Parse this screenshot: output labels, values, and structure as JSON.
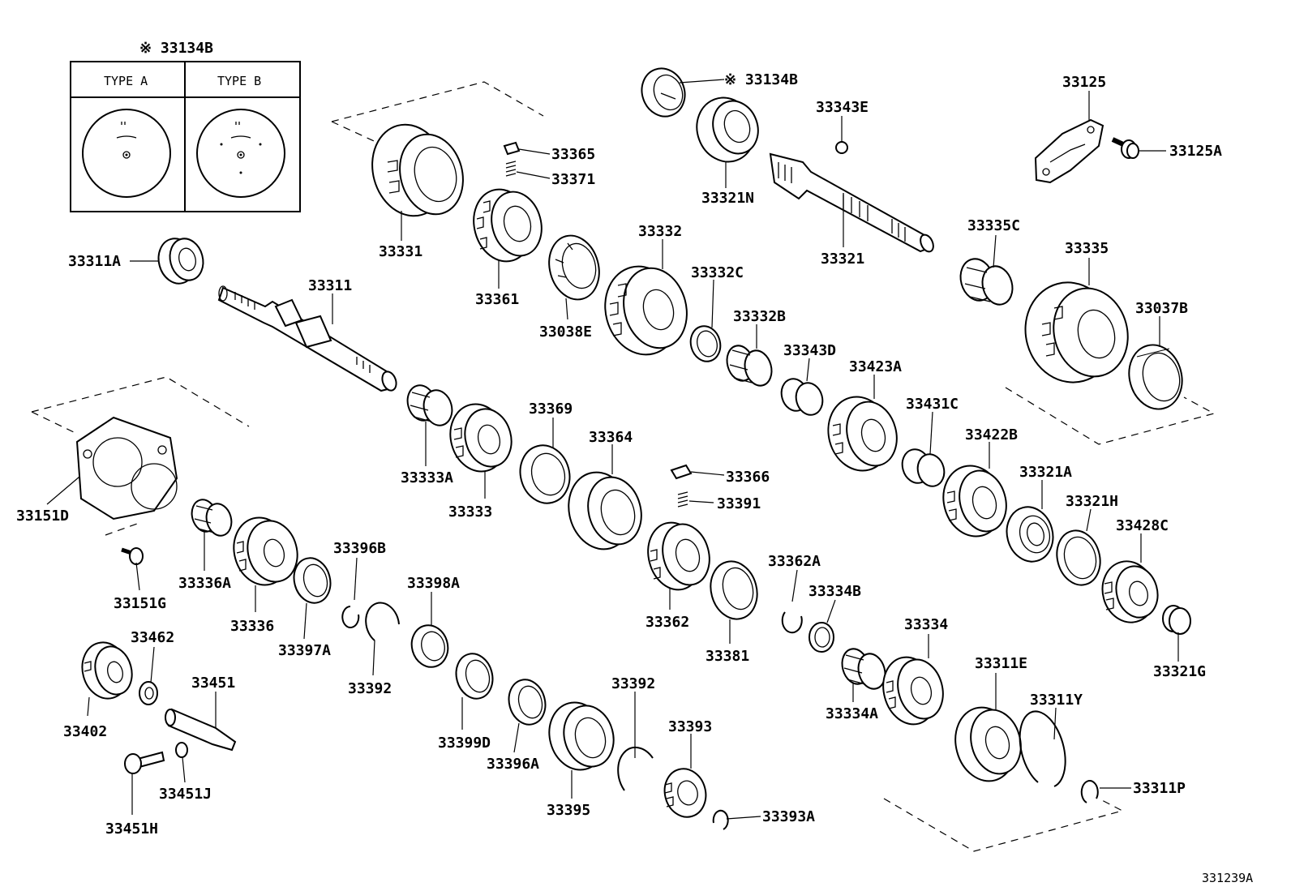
{
  "diagram_code": "331239A",
  "inset": {
    "title": "※ 33134B",
    "type_a": "TYPE A",
    "type_b": "TYPE B"
  },
  "parts": [
    {
      "id": "p33134B_top",
      "label": "※ 33134B"
    },
    {
      "id": "p33343E",
      "label": "33343E"
    },
    {
      "id": "p33125",
      "label": "33125"
    },
    {
      "id": "p33125A",
      "label": "33125A"
    },
    {
      "id": "p33365",
      "label": "33365"
    },
    {
      "id": "p33371",
      "label": "33371"
    },
    {
      "id": "p33321N",
      "label": "33321N"
    },
    {
      "id": "p33331",
      "label": "33331"
    },
    {
      "id": "p33321",
      "label": "33321"
    },
    {
      "id": "p33335C",
      "label": "33335C"
    },
    {
      "id": "p33311A",
      "label": "33311A"
    },
    {
      "id": "p33332",
      "label": "33332"
    },
    {
      "id": "p33335",
      "label": "33335"
    },
    {
      "id": "p33311",
      "label": "33311"
    },
    {
      "id": "p33332C",
      "label": "33332C"
    },
    {
      "id": "p33361",
      "label": "33361"
    },
    {
      "id": "p33037B",
      "label": "33037B"
    },
    {
      "id": "p33332B",
      "label": "33332B"
    },
    {
      "id": "p33038E",
      "label": "33038E"
    },
    {
      "id": "p33343D",
      "label": "33343D"
    },
    {
      "id": "p33423A",
      "label": "33423A"
    },
    {
      "id": "p33431C",
      "label": "33431C"
    },
    {
      "id": "p33369",
      "label": "33369"
    },
    {
      "id": "p33422B",
      "label": "33422B"
    },
    {
      "id": "p33364",
      "label": "33364"
    },
    {
      "id": "p33333A",
      "label": "33333A"
    },
    {
      "id": "p33321A",
      "label": "33321A"
    },
    {
      "id": "p33366",
      "label": "33366"
    },
    {
      "id": "p33151D",
      "label": "33151D"
    },
    {
      "id": "p33333",
      "label": "33333"
    },
    {
      "id": "p33391",
      "label": "33391"
    },
    {
      "id": "p33321H",
      "label": "33321H"
    },
    {
      "id": "p33428C",
      "label": "33428C"
    },
    {
      "id": "p33396B",
      "label": "33396B"
    },
    {
      "id": "p33362A",
      "label": "33362A"
    },
    {
      "id": "p33336A",
      "label": "33336A"
    },
    {
      "id": "p33398A",
      "label": "33398A"
    },
    {
      "id": "p33334B",
      "label": "33334B"
    },
    {
      "id": "p33151G",
      "label": "33151G"
    },
    {
      "id": "p33336",
      "label": "33336"
    },
    {
      "id": "p33362",
      "label": "33362"
    },
    {
      "id": "p33334",
      "label": "33334"
    },
    {
      "id": "p33462",
      "label": "33462"
    },
    {
      "id": "p33397A",
      "label": "33397A"
    },
    {
      "id": "p33381",
      "label": "33381"
    },
    {
      "id": "p33321G",
      "label": "33321G"
    },
    {
      "id": "p33311E",
      "label": "33311E"
    },
    {
      "id": "p33451",
      "label": "33451"
    },
    {
      "id": "p33392a",
      "label": "33392"
    },
    {
      "id": "p33392b",
      "label": "33392"
    },
    {
      "id": "p33311Y",
      "label": "33311Y"
    },
    {
      "id": "p33334A",
      "label": "33334A"
    },
    {
      "id": "p33402",
      "label": "33402"
    },
    {
      "id": "p33399D",
      "label": "33399D"
    },
    {
      "id": "p33393",
      "label": "33393"
    },
    {
      "id": "p33396A",
      "label": "33396A"
    },
    {
      "id": "p33451J",
      "label": "33451J"
    },
    {
      "id": "p33311P",
      "label": "33311P"
    },
    {
      "id": "p33395",
      "label": "33395"
    },
    {
      "id": "p33393A",
      "label": "33393A"
    },
    {
      "id": "p33451H",
      "label": "33451H"
    }
  ]
}
